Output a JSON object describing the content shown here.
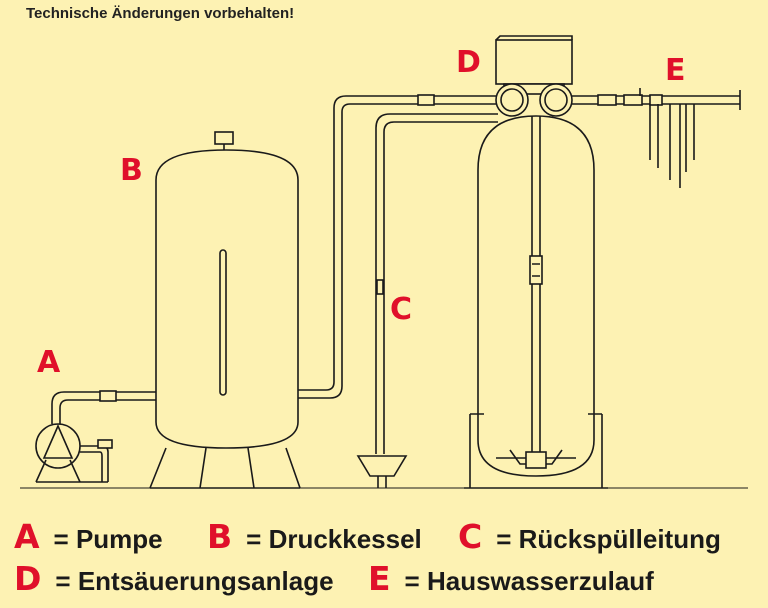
{
  "note": "Technische Änderungen vorbehalten!",
  "markers": {
    "a": "A",
    "b": "B",
    "c": "C",
    "d": "D",
    "e": "E"
  },
  "legend": {
    "a": {
      "key": "A",
      "text": "= Pumpe"
    },
    "b": {
      "key": "B",
      "text": "= Druckkessel"
    },
    "c": {
      "key": "C",
      "text": "= Rückspülleitung"
    },
    "d": {
      "key": "D",
      "text": "= Entsäuerungsanlage"
    },
    "e": {
      "key": "E",
      "text": "= Hauswasserzulauf"
    }
  },
  "colors": {
    "background": "#fdf2b3",
    "accent": "#e0102a",
    "line": "#1a1a1a"
  }
}
